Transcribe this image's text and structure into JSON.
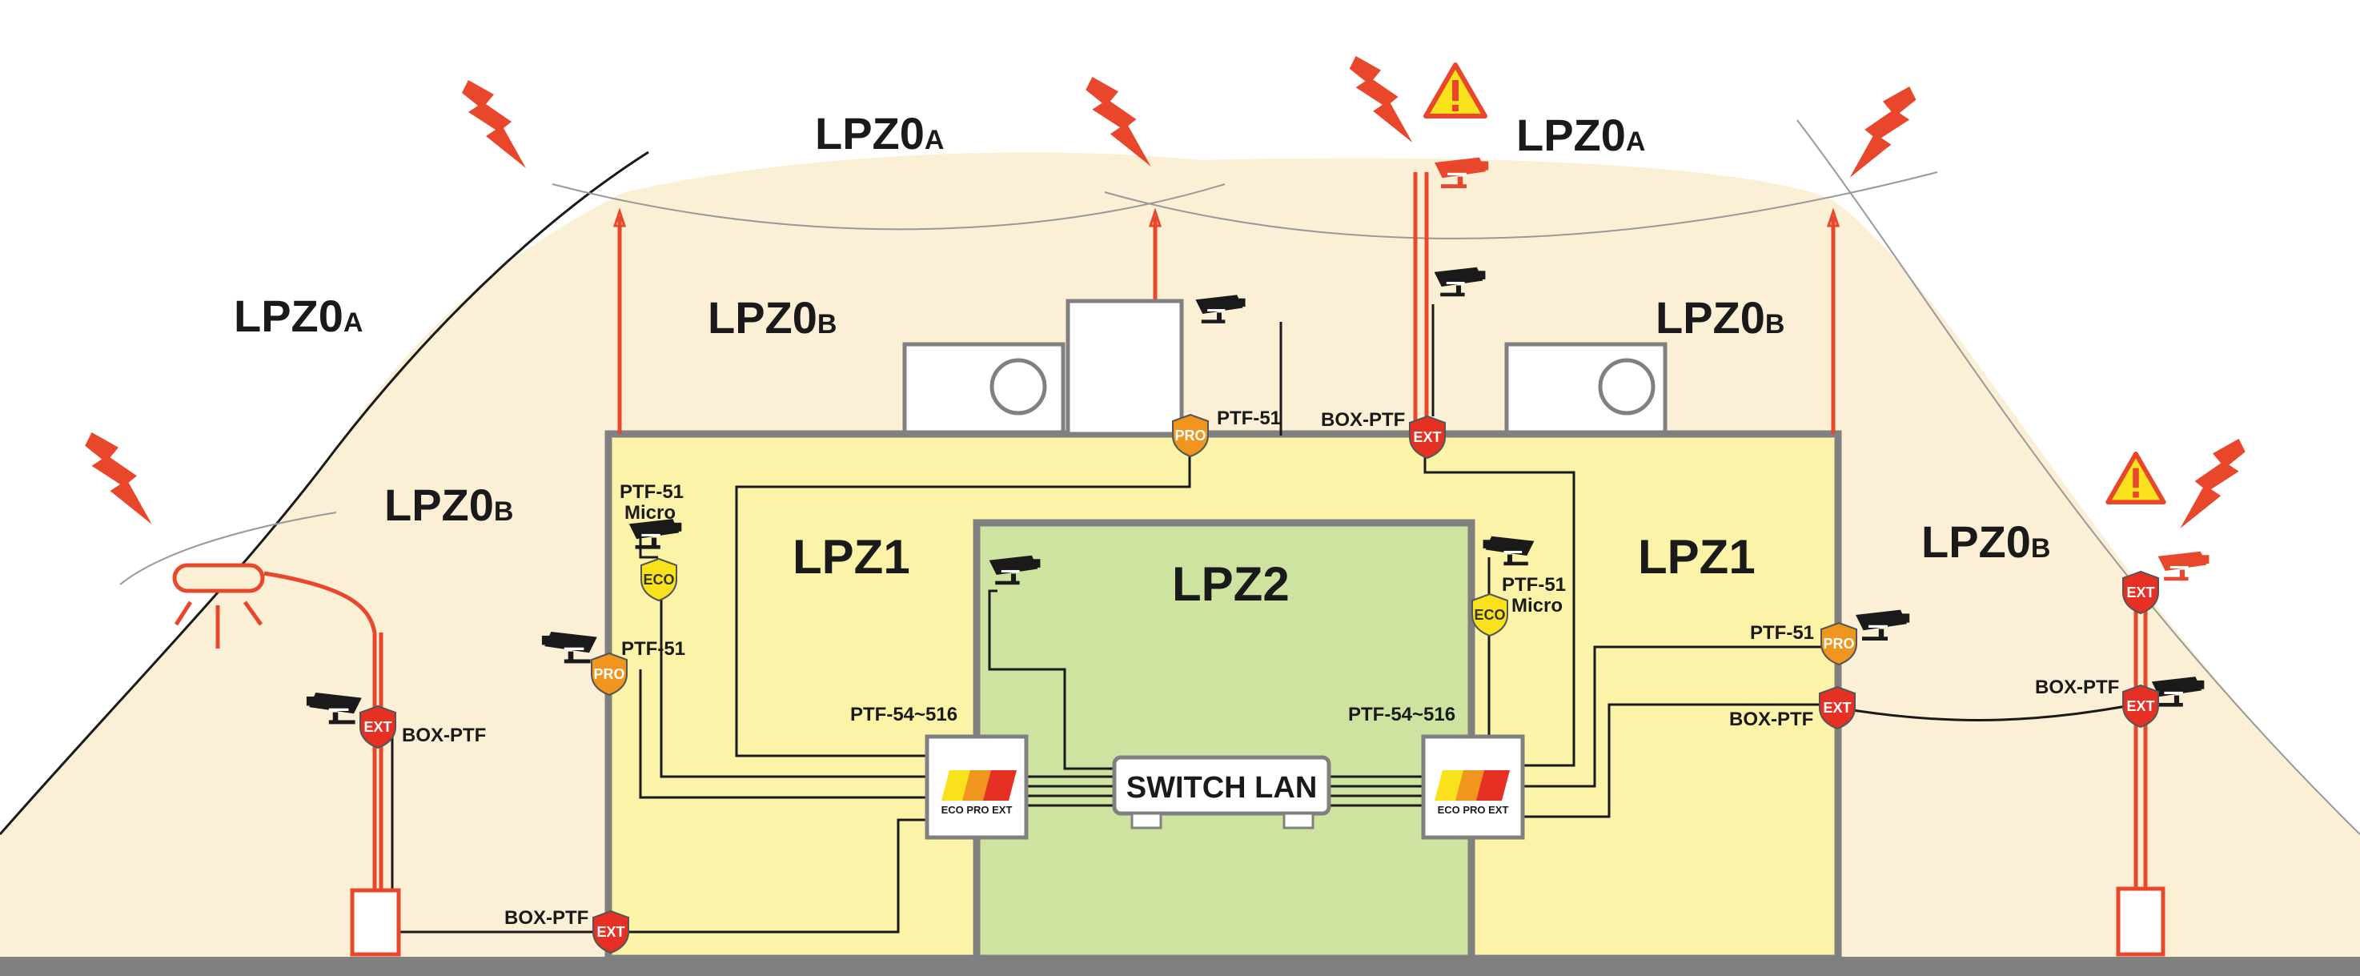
{
  "colors": {
    "lpz0b": "#fbf0d6",
    "lpz1": "#fbf4a8",
    "lpz2": "#cfe3a1",
    "wall": "#808080",
    "lightning": "#e8472b",
    "ext": "#e53023",
    "pro": "#f0951d",
    "eco": "#f9e21b"
  },
  "zones": {
    "lpz0a_top_left": "LPZ0A",
    "lpz0a_top_right": "LPZ0A",
    "lpz0a_left": "LPZ0A",
    "lpz0b_roof_left": "LPZ0B",
    "lpz0b_roof_right": "LPZ0B",
    "lpz0b_left": "LPZ0B",
    "lpz0b_right": "LPZ0B",
    "lpz1_left": "LPZ1",
    "lpz1_right": "LPZ1",
    "lpz2": "LPZ2"
  },
  "labels": {
    "ptf51_roof": "PTF-51",
    "boxptf_roof": "BOX-PTF",
    "ptf51_micro_left_1": "PTF-51",
    "ptf51_micro_left_2": "Micro",
    "ptf51_left": "PTF-51",
    "boxptf_pole_left": "BOX-PTF",
    "boxptf_ground": "BOX-PTF",
    "ptf54_left": "PTF-54~516",
    "ptf54_right": "PTF-54~516",
    "ptf51_micro_right_1": "PTF-51",
    "ptf51_micro_right_2": "Micro",
    "ptf51_right": "PTF-51",
    "boxptf_right": "BOX-PTF",
    "boxptf_pole_right": "BOX-PTF",
    "switch": "SWITCH LAN",
    "cabinet_left": "ECO PRO EXT",
    "cabinet_right": "ECO PRO EXT"
  },
  "badges": {
    "ext": "EXT",
    "pro": "PRO",
    "eco": "ECO"
  },
  "icons": [
    "lightning-bolt-icon",
    "warning-triangle-icon",
    "cctv-camera-icon",
    "air-conditioner-icon",
    "street-lamp-icon"
  ]
}
